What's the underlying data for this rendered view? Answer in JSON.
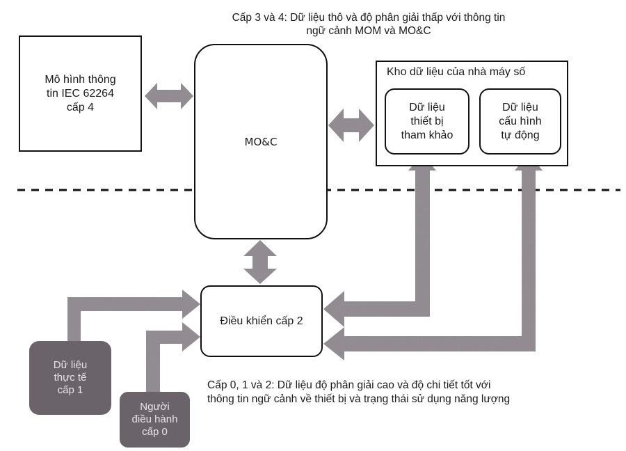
{
  "captions": {
    "top_line1": "Cấp 3 và 4: Dữ liệu thô và độ phân giải thấp với thông tin",
    "top_line2": "ngữ cảnh MOM và MO&C",
    "bottom_line1": "Cấp 0, 1 và 2: Dữ liệu độ phân giải cao và độ chi tiết tốt với",
    "bottom_line2": "thông tin ngữ cảnh về thiết bị và trạng thái sử dụng năng lượng"
  },
  "nodes": {
    "iec_model": {
      "line1": "Mô hình thông",
      "line2": "tin IEC 62264",
      "line3": "cấp 4"
    },
    "moc": {
      "label": "MO&C"
    },
    "warehouse": {
      "title": "Kho dữ liệu của nhà máy số",
      "reference": {
        "line1": "Dữ liệu",
        "line2": "thiết bị",
        "line3": "tham khảo"
      },
      "autoconfig": {
        "line1": "Dữ liệu",
        "line2": "cấu hình",
        "line3": "tự động"
      }
    },
    "control": {
      "label": "Điều khiển cấp 2"
    },
    "field_data": {
      "line1": "Dữ liệu",
      "line2": "thực tế",
      "line3": "cấp 1"
    },
    "operator": {
      "line1": "Người",
      "line2": "điều hành",
      "line3": "cấp 0"
    }
  },
  "colors": {
    "arrow_fill": "#8c868c",
    "arrow_edge": "#6e686e",
    "dark_box": "#6a646a",
    "line": "#111111"
  }
}
